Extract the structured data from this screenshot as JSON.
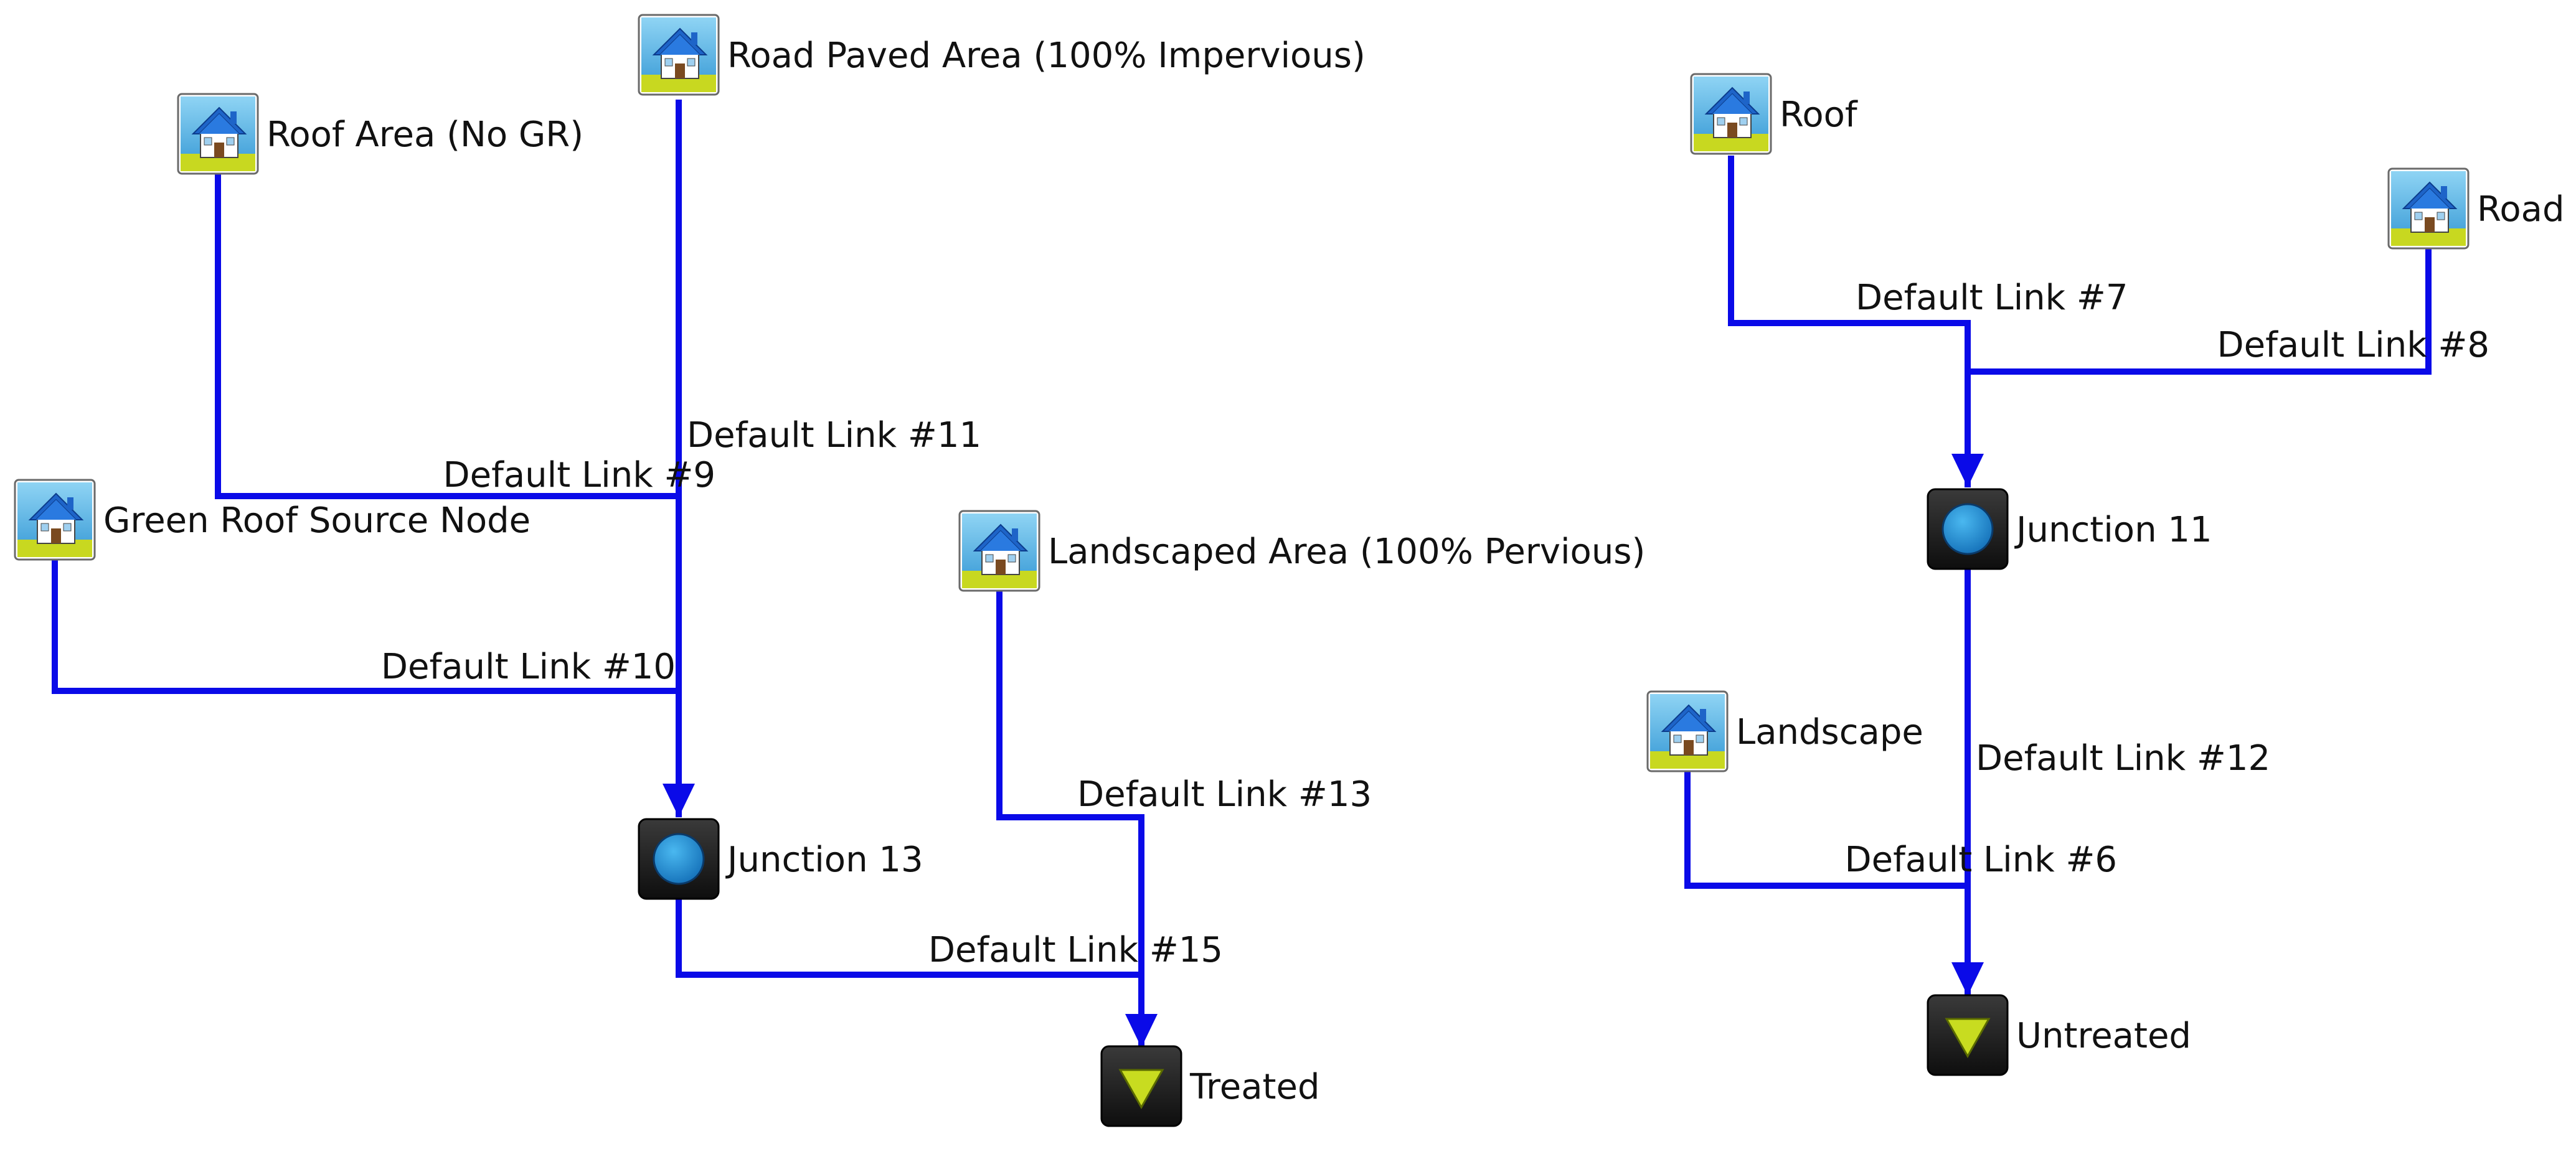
{
  "colors": {
    "link": "#0a0ae8",
    "source_sky": "#5bb8e8",
    "source_grass": "#c8d820",
    "house_roof": "#1e64c8",
    "junction_bg": "#1c1c1c",
    "junction_dot": "#1e90d8",
    "outlet_arrow": "#c8dc20"
  },
  "icons": {
    "source": "house-icon",
    "junction": "junction-icon",
    "outlet": "outlet-icon"
  },
  "nodes": [
    {
      "id": "road-paved-area",
      "type": "source",
      "label": "Road Paved Area (100% Impervious)"
    },
    {
      "id": "roof-area-no-gr",
      "type": "source",
      "label": "Roof Area (No GR)"
    },
    {
      "id": "green-roof-source-node",
      "type": "source",
      "label": "Green Roof Source Node"
    },
    {
      "id": "landscaped-area",
      "type": "source",
      "label": "Landscaped Area (100% Pervious)"
    },
    {
      "id": "junction-13",
      "type": "junction",
      "label": "Junction 13"
    },
    {
      "id": "treated",
      "type": "outlet",
      "label": "Treated"
    },
    {
      "id": "roof",
      "type": "source",
      "label": "Roof"
    },
    {
      "id": "road",
      "type": "source",
      "label": "Road"
    },
    {
      "id": "junction-11",
      "type": "junction",
      "label": "Junction 11"
    },
    {
      "id": "landscape",
      "type": "source",
      "label": "Landscape"
    },
    {
      "id": "untreated",
      "type": "outlet",
      "label": "Untreated"
    }
  ],
  "links": [
    {
      "id": "link-11",
      "label": "Default Link #11",
      "from": "road-paved-area",
      "to": "junction-13"
    },
    {
      "id": "link-9",
      "label": "Default Link #9",
      "from": "roof-area-no-gr",
      "to": "junction-13"
    },
    {
      "id": "link-10",
      "label": "Default Link #10",
      "from": "green-roof-source-node",
      "to": "junction-13"
    },
    {
      "id": "link-13",
      "label": "Default Link #13",
      "from": "landscaped-area",
      "to": "treated"
    },
    {
      "id": "link-15",
      "label": "Default Link #15",
      "from": "junction-13",
      "to": "treated"
    },
    {
      "id": "link-7",
      "label": "Default Link #7",
      "from": "roof",
      "to": "junction-11"
    },
    {
      "id": "link-8",
      "label": "Default Link #8",
      "from": "road",
      "to": "junction-11"
    },
    {
      "id": "link-12",
      "label": "Default Link #12",
      "from": "junction-11",
      "to": "untreated"
    },
    {
      "id": "link-6",
      "label": "Default Link #6",
      "from": "landscape",
      "to": "untreated"
    }
  ]
}
